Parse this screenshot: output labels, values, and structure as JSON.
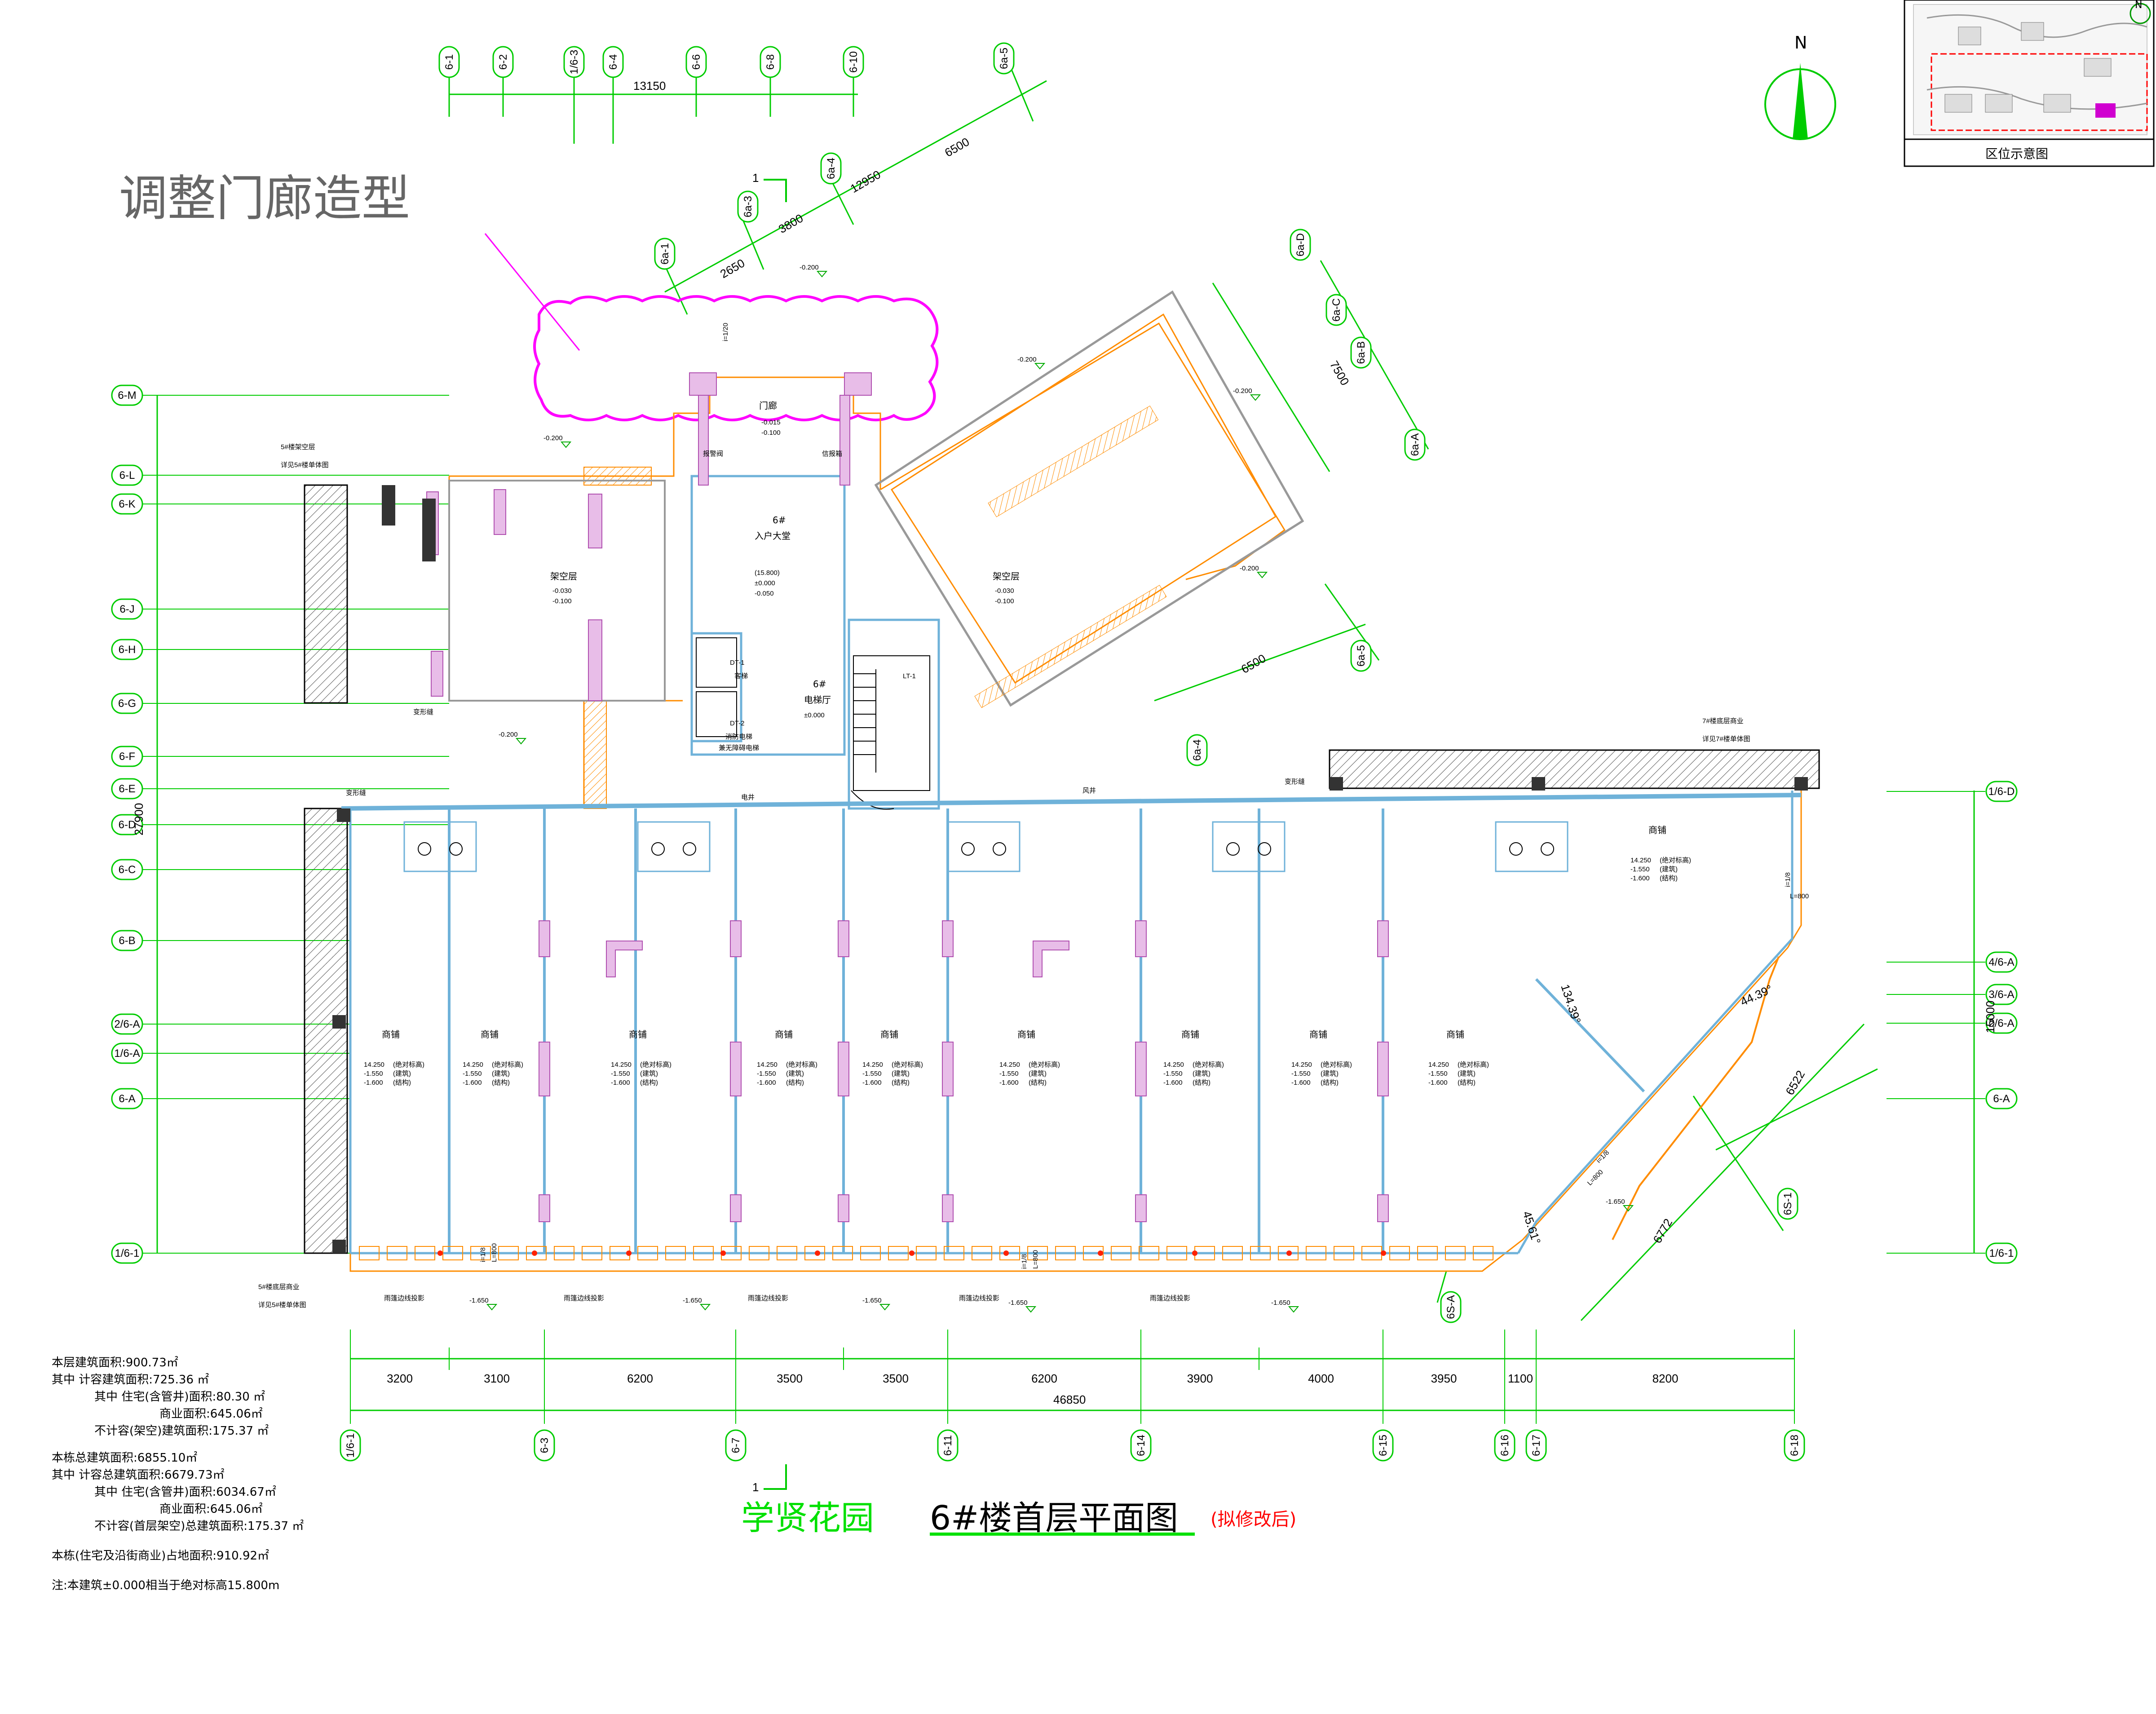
{
  "annotation": {
    "text": "调整门廊造型"
  },
  "keymap": {
    "label": "区位示意图",
    "north": "N"
  },
  "north_arrow": {
    "label": "N"
  },
  "title": {
    "project": "学贤花园",
    "drawing": "6#楼首层平面图",
    "status": "(拟修改后)"
  },
  "section_marks": [
    "1",
    "1"
  ],
  "notes": {
    "floor_area": "本层建筑面积:900.73㎡",
    "floor_far": "其中 计容建筑面积:725.36 ㎡",
    "floor_res": "其中 住宅(含管井)面积:80.30 ㎡",
    "floor_com": "商业面积:645.06㎡",
    "floor_nonfar": "不计容(架空)建筑面积:175.37 ㎡",
    "bld_total": "本栋总建筑面积:6855.10㎡",
    "bld_far": "其中 计容总建筑面积:6679.73㎡",
    "bld_res": "其中 住宅(含管井)面积:6034.67㎡",
    "bld_com": "商业面积:645.06㎡",
    "bld_nonfar": "不计容(首层架空)总建筑面积:175.37 ㎡",
    "footprint": "本栋(住宅及沿街商业)占地面积:910.92㎡",
    "remark": "注:本建筑±0.000相当于绝对标高15.800m"
  },
  "top_axes": [
    "6-1",
    "6-2",
    "1/6-3",
    "6-4",
    "6-6",
    "6-8",
    "6-10"
  ],
  "top_dim": "13150",
  "bottom_axes": [
    "1/6-1",
    "6-3",
    "6-7",
    "6-11",
    "6-14",
    "6-15",
    "6-16",
    "6-17",
    "6-18"
  ],
  "bottom_dims": [
    "3200",
    "3100",
    "6200",
    "3500",
    "3500",
    "6200",
    "3900",
    "4000",
    "3950",
    "1100",
    "8200"
  ],
  "bottom_total": "46850",
  "left_axes": [
    "6-M",
    "6-L",
    "6-K",
    "6-J",
    "6-H",
    "6-G",
    "6-F",
    "6-E",
    "6-D",
    "6-C",
    "6-B",
    "2/6-A",
    "1/6-A",
    "6-A",
    "1/6-1"
  ],
  "left_total": "27900",
  "right_axes": [
    "1/6-D",
    "4/6-A",
    "3/6-A",
    "2/6-A",
    "6-A",
    "1/6-1"
  ],
  "right_total": "15000",
  "diag_axes_top": [
    "6a-1",
    "6a-3",
    "6a-4",
    "6a-5"
  ],
  "diag_dims_top": [
    "2650",
    "3800",
    "12950",
    "6500"
  ],
  "diag_axes_right": [
    "6a-D",
    "6a-C",
    "6a-B",
    "6a-A",
    "6a-5",
    "6a-4"
  ],
  "diag_dims_right": [
    "7500",
    "6500"
  ],
  "corner_axes": [
    "6S-1",
    "6S-A"
  ],
  "corner_dims": [
    "6522",
    "6772"
  ],
  "angles": [
    "134.39°",
    "44.39°",
    "45.61°"
  ],
  "slope": {
    "ratio": "i=1/8",
    "length": "L=800"
  },
  "ramp_slope": "i=1/20",
  "rooms": {
    "entrance": "门廊",
    "entrance_elev1": "-0.015",
    "entrance_elev2": "-0.100",
    "lobby_title": "6#",
    "lobby": "入户大堂",
    "lobby_elev1": "(15.800)",
    "lobby_elev2": "±0.000",
    "lobby_elev3": "-0.050",
    "hall_title": "6#",
    "hall": "电梯厅",
    "hall_elev": "±0.000",
    "stilt_left": "架空层",
    "stilt_right": "架空层",
    "stilt_elev1": "-0.030",
    "stilt_elev2": "-0.100",
    "mailbox": "信报箱",
    "sprinkler": "报警阀",
    "elev1_code": "DT-1",
    "elev1_name": "客梯",
    "elev2_code": "DT-2",
    "elev2_name1": "消防电梯",
    "elev2_name2": "兼无障碍电梯",
    "stair_code": "LT-1",
    "shaft": "电井",
    "pipe": "风井",
    "shop": "商铺",
    "shop_elev1": "14.250",
    "shop_elev2": "-1.550",
    "shop_elev3": "-1.600",
    "tag_abs": "(绝对标高)",
    "tag_arch": "(建筑)",
    "tag_struct": "(结构)"
  },
  "levels": [
    "-0.200",
    "-0.200",
    "-0.200",
    "-0.200",
    "-0.200",
    "-0.200",
    "-1.650",
    "-1.650",
    "-1.650",
    "-1.650",
    "-1.650",
    "-1.650"
  ],
  "labels": {
    "joint": "变形缝",
    "bldg5_note1": "5#楼架空层",
    "bldg5_note2": "详见5#楼单体图",
    "bldg5b_note1": "5#楼底层商业",
    "bldg5b_note2": "详见5#楼单体图",
    "bldg7_note1": "7#楼底层商业",
    "bldg7_note2": "详见7#楼单体图",
    "canopy": "雨篷边线投影"
  },
  "shop_count": 10
}
